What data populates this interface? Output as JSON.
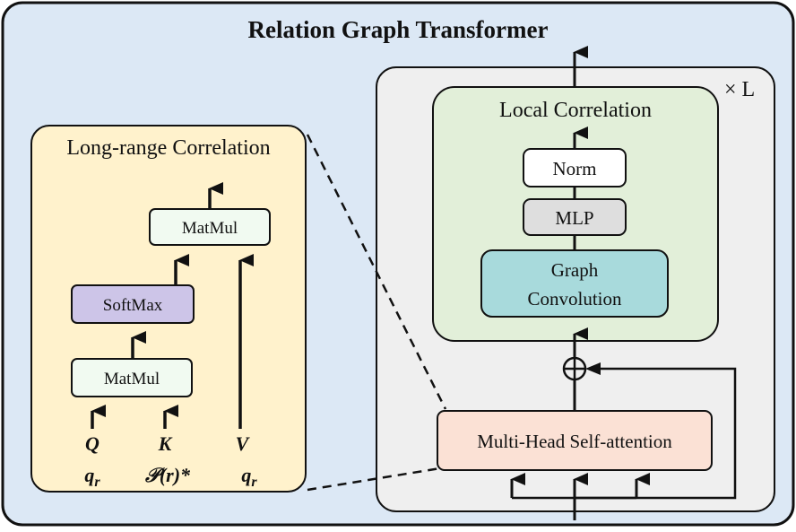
{
  "diagram": {
    "title": "Relation Graph Transformer",
    "repeat_label": "× L",
    "colors": {
      "outer_fill": "#dce8f5",
      "layer_fill": "#efefef",
      "local_fill": "#e2efd9",
      "long_fill": "#fff2cc",
      "matmul_fill": "#f1faf1",
      "softmax_fill": "#cdc5e8",
      "norm_fill": "#ffffff",
      "mlp_fill": "#dedede",
      "graphconv_fill": "#a8dadc",
      "attention_fill": "#fbe1d5",
      "stroke": "#111111"
    },
    "local_correlation": {
      "title": "Local Correlation",
      "norm": "Norm",
      "mlp": "MLP",
      "graph_conv_line1": "Graph",
      "graph_conv_line2": "Convolution"
    },
    "attention_block": "Multi-Head Self-attention",
    "long_range": {
      "title": "Long-range Correlation",
      "matmul_top": "MatMul",
      "softmax": "SoftMax",
      "matmul_bottom": "MatMul",
      "inputs": [
        {
          "symbol": "Q",
          "source": "q",
          "sub": "r",
          "extra": ""
        },
        {
          "symbol": "K",
          "source": "𝒫(r)*",
          "sub": "",
          "extra": ""
        },
        {
          "symbol": "V",
          "source": "q",
          "sub": "r",
          "extra": ""
        }
      ]
    }
  }
}
